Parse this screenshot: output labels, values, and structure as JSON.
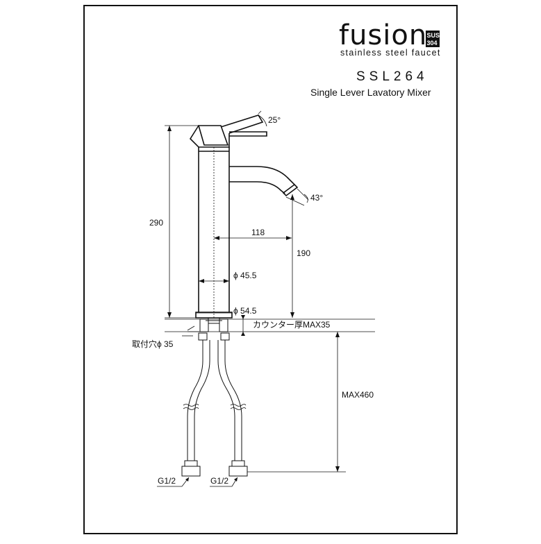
{
  "brand": {
    "name": "fusion",
    "badge_top": "SUS",
    "badge_bottom": "304",
    "tagline": "stainless steel faucet"
  },
  "product": {
    "model": "SSL264",
    "description": "Single Lever Lavatory Mixer"
  },
  "dimensions": {
    "lever_angle": "25°",
    "spout_angle": "43°",
    "total_height": "290",
    "spout_reach": "118",
    "spout_height": "190",
    "body_diameter": "ϕ 45.5",
    "base_diameter": "ϕ 54.5",
    "counter_thickness": "カウンター厚MAX35",
    "mounting_hole": "取付穴ϕ 35",
    "hose_length": "MAX460",
    "inlet_left": "G1/2",
    "inlet_right": "G1/2"
  }
}
